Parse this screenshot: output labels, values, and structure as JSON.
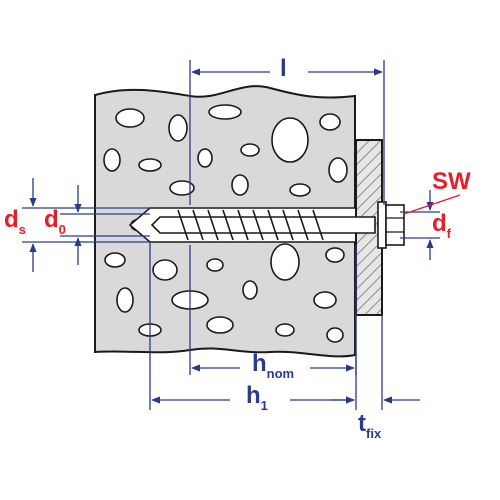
{
  "labels": {
    "l": {
      "main": "l",
      "sub": ""
    },
    "h_nom": {
      "main": "h",
      "sub": "nom"
    },
    "h_1": {
      "main": "h",
      "sub": "1"
    },
    "t_fix": {
      "main": "t",
      "sub": "fix"
    },
    "d_s": {
      "main": "d",
      "sub": "s"
    },
    "d_0": {
      "main": "d",
      "sub": "0"
    },
    "d_f": {
      "main": "d",
      "sub": "f"
    },
    "SW": {
      "main": "SW"
    }
  },
  "colors": {
    "dimension": "#2b3a8c",
    "highlight": "#e3202a",
    "outline": "#1a1a1a",
    "concrete": "#d9d9d9",
    "fixture": "#cfcfcf"
  },
  "icons": {
    "anchor": "screw-anchor-icon",
    "material": "concrete-block"
  }
}
